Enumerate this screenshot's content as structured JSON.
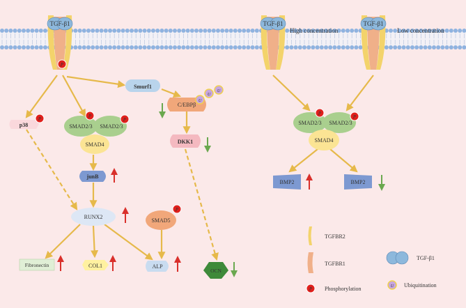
{
  "membrane_labels": {
    "high": "High concentration",
    "low": "Low concentration"
  },
  "receptor_ligand_label": "TGF-β1",
  "nodes": {
    "smurf1": "Smurf1",
    "cebpb": "C/EBPβ",
    "p38": "p38",
    "smad23": "SMAD2/3",
    "smad4": "SMAD4",
    "junb": "junB",
    "dkk1": "DKK1",
    "runx2": "RUNX2",
    "smad5": "SMAD5",
    "fibronectin": "Fibronectin",
    "col1": "COL1",
    "alp": "ALP",
    "ocn": "OCN",
    "bmp2": "BMP2"
  },
  "badges": {
    "phospho": "P",
    "ubiquitin": "U"
  },
  "legend": {
    "tgfbr2": "TGFBR2",
    "tgfbr1": "TGFBR1",
    "tgfb1": "TGF-β1",
    "phosphorylation": "Phosphorylation",
    "ubiquitination": "Ubiquitination"
  },
  "colors": {
    "background": "#fbe9e9",
    "membrane_head": "#8fb3e0",
    "tgfbr2": "#f3d36b",
    "tgfbr1": "#f0b089",
    "ligand": "#8db8dc",
    "smad23": "#a9cf8e",
    "smad4": "#fbe494",
    "junb": "#7d99d1",
    "arrow": "#e6b94a",
    "up": "#d9302b",
    "down": "#6aa84f"
  }
}
